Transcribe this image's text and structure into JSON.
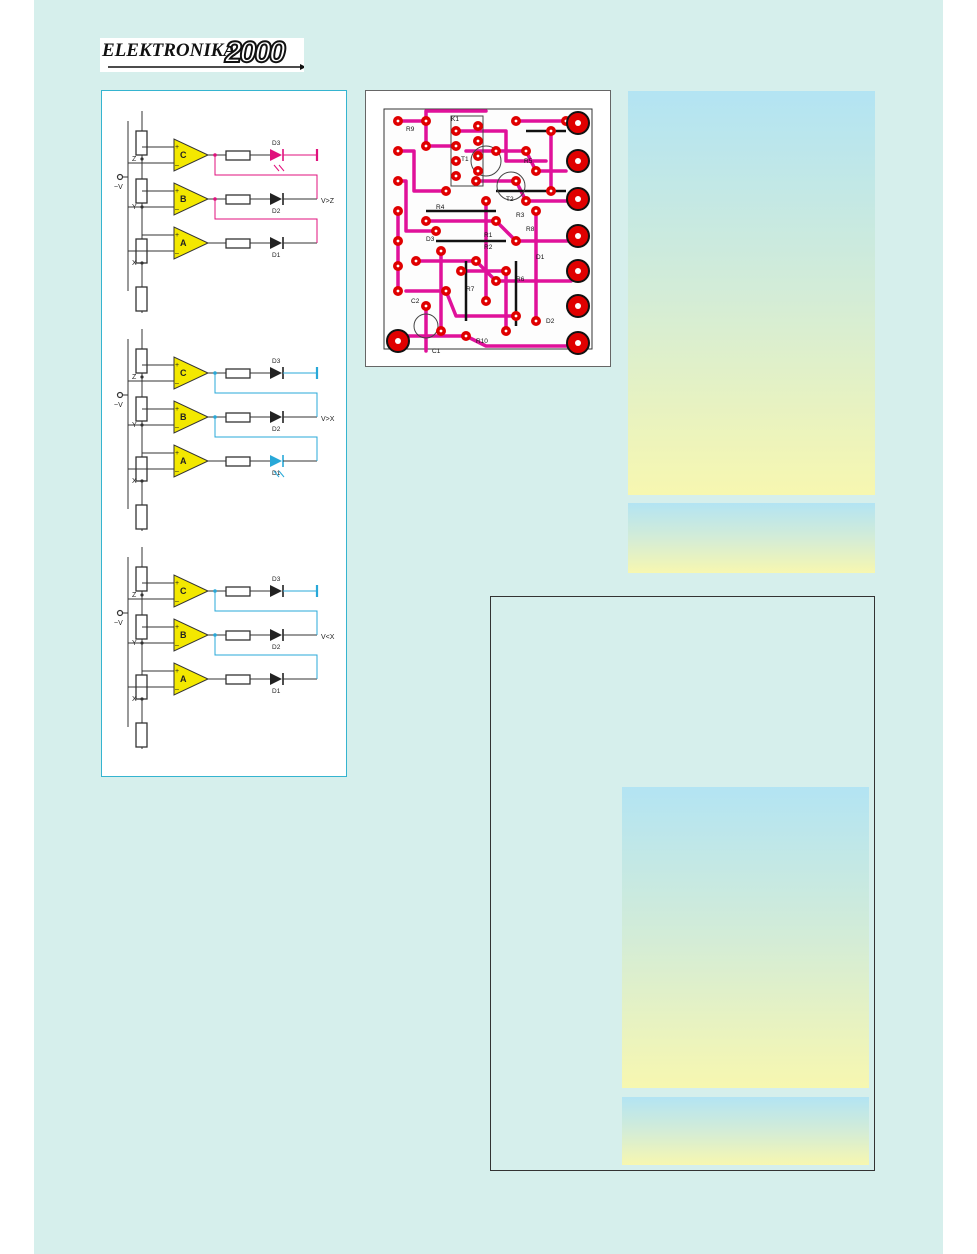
{
  "logo": {
    "text": "ELEKTRONIKA",
    "number": "2000"
  },
  "schematic": {
    "op_amps": [
      "C",
      "B",
      "A"
    ],
    "resistor_labels": [
      "Z",
      "Y",
      "X"
    ],
    "input_label": "~V",
    "diode_labels": [
      "D3",
      "D2",
      "D1"
    ],
    "circuits": [
      {
        "condition": "V>Z",
        "accent": "#e0117d",
        "lit_led": "D3"
      },
      {
        "condition": "V>X",
        "accent": "#28a8d8",
        "lit_led": "D1"
      },
      {
        "condition": "V<X",
        "accent": "#28a8d8",
        "lit_led": ""
      }
    ]
  },
  "pcb": {
    "trace_color": "#e0119a",
    "pad_color": "#e00000",
    "labels": [
      "R4",
      "R3",
      "R2",
      "R1",
      "C1",
      "C2",
      "D1",
      "D2",
      "D3",
      "T1",
      "T2",
      "K1",
      "R5",
      "R6",
      "R7",
      "R8",
      "R9",
      "R10"
    ]
  },
  "colors": {
    "page": "#d6efec",
    "panel_top": "#b3e4f3",
    "panel_bottom": "#f7f7b0"
  }
}
